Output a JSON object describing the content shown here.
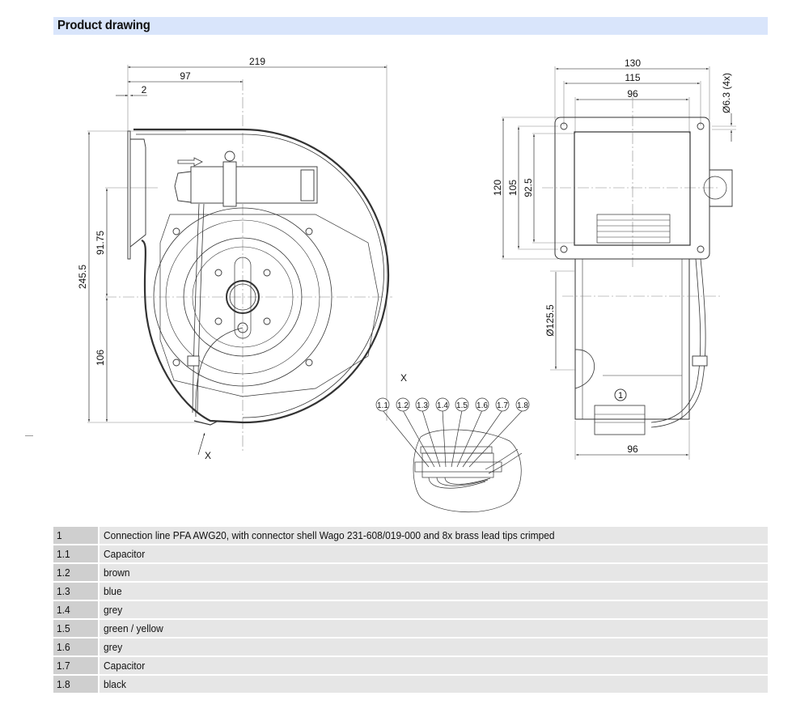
{
  "header": {
    "title": "Product drawing"
  },
  "drawing": {
    "front_view": {
      "dimensions": {
        "overall_width": "219",
        "to_center": "97",
        "flange": "2",
        "overall_height": "245.5",
        "upper_to_center": "91.75",
        "lower_to_center": "106"
      },
      "detail_marker": "X"
    },
    "side_view": {
      "dimensions": {
        "flange_width": "130",
        "hole_spacing_w": "115",
        "inner_width": "96",
        "flange_height": "120",
        "hole_spacing_h": "105",
        "inner_height": "92.5",
        "hole_diameter": "Ø6.3 (4x)",
        "outlet_diameter": "Ø125.5",
        "bottom_width": "96"
      },
      "callout": "1"
    },
    "detail_x": {
      "title": "X",
      "callouts": [
        "1.1",
        "1.2",
        "1.3",
        "1.4",
        "1.5",
        "1.6",
        "1.7",
        "1.8"
      ]
    }
  },
  "legend_table": {
    "rows": [
      {
        "id": "1",
        "text": "Connection line PFA AWG20, with connector shell Wago 231-608/019-000 and 8x brass lead tips crimped"
      },
      {
        "id": "1.1",
        "text": "Capacitor"
      },
      {
        "id": "1.2",
        "text": "brown"
      },
      {
        "id": "1.3",
        "text": "blue"
      },
      {
        "id": "1.4",
        "text": "grey"
      },
      {
        "id": "1.5",
        "text": "green / yellow"
      },
      {
        "id": "1.6",
        "text": "grey"
      },
      {
        "id": "1.7",
        "text": "Capacitor"
      },
      {
        "id": "1.8",
        "text": "black"
      }
    ]
  },
  "colors": {
    "header_bg": "#d9e5fb",
    "id_cell_bg": "#cfcfcf",
    "text_cell_bg": "#e6e6e6",
    "line": "#333333"
  }
}
